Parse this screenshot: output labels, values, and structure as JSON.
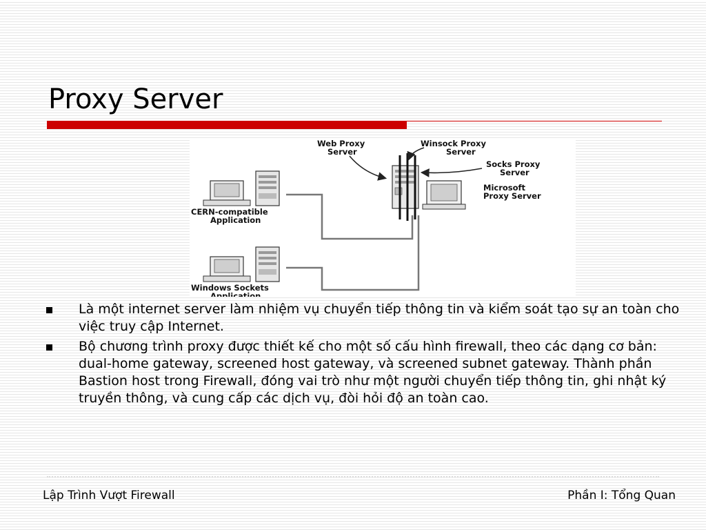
{
  "slide": {
    "title": "Proxy Server",
    "accent_color": "#cc0000"
  },
  "diagram": {
    "labels": {
      "web_proxy_1": "Web Proxy",
      "web_proxy_2": "Server",
      "winsock_1": "Winsock Proxy",
      "winsock_2": "Server",
      "socks_1": "Socks Proxy",
      "socks_2": "Server",
      "microsoft_1": "Microsoft",
      "microsoft_2": "Proxy Server",
      "cern_1": "CERN-compatible",
      "cern_2": "Application",
      "winsock_app_1": "Windows Sockets",
      "winsock_app_2": "Application"
    }
  },
  "bullets": [
    "Là một internet server làm nhiệm vụ chuyển tiếp thông tin và kiểm soát tạo sự an toàn cho việc truy cập Internet.",
    "Bộ chương trình proxy được thiết kế cho một số cấu hình firewall, theo các dạng cơ bản: dual-home gateway, screened host gateway, và screened subnet gateway. Thành phần Bastion host trong Firewall, đóng vai trò như một người chuyển tiếp thông tin, ghi nhật ký truyền thông, và cung cấp các dịch vụ, đòi hỏi độ an toàn cao."
  ],
  "footer": {
    "left": "Lập Trình Vượt Firewall",
    "right": "Phần I: Tổng Quan"
  }
}
